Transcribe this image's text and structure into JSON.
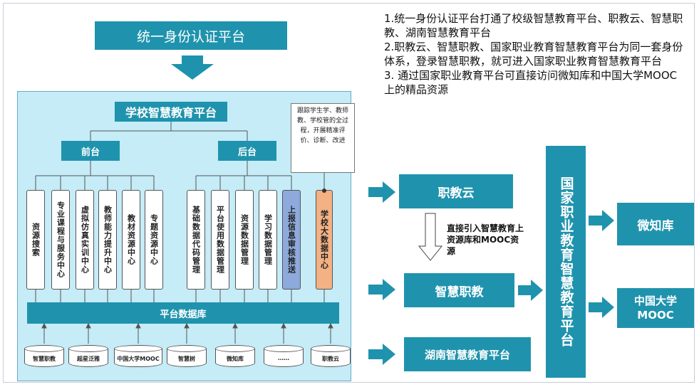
{
  "unified_auth": "统一身份认证平台",
  "notes": [
    "1.统一身份认证平台打通了校级智慧教育平台、职教云、智慧职教、湖南智慧教育平台",
    "2.职教云、智慧职教、国家职业教育智慧教育平台为同一套身份体系，登录智慧职教，就可进入国家职业教育智慧教育平台",
    "3. 通过国家职业教育平台可直接访问微知库和中国大学MOOC上的精品资源"
  ],
  "school_platform": {
    "title": "学校智慧教育平台",
    "front": "前台",
    "back": "后台",
    "tracking_note": "跟踪学生学、教师教、学校管的全过程，开展精准评价、诊断、改进",
    "modules": [
      "资源搜索",
      "专业课程与服务中心",
      "虚拟仿真实训中心",
      "教师能力提升中心",
      "教材资源中心",
      "专题资源中心",
      "基础数据代码管理",
      "平台使用数据管理",
      "资源数据管理",
      "学习数据管理",
      "上报信息审核推送",
      "学校大数据中心"
    ],
    "database": "平台数据库",
    "sources": [
      "智慧职教",
      "超星泛雅",
      "中国大学MOOC",
      "智慧树",
      "微知库",
      "……",
      "职教云"
    ]
  },
  "right": {
    "zhijiaoyun": "职教云",
    "import_note": "直接引入智慧教育上资源库和MOOC资源",
    "zhihuizhijiao": "智慧职教",
    "hunan": "湖南智慧教育平台",
    "national": "国家职业教育智慧教育平台",
    "weizhiku": "微知库",
    "mooc": "中国大学MOOC"
  },
  "colors": {
    "teal": "#1f93ad",
    "light_blue": "#c5ecf7",
    "upload_blue": "#8ea9db",
    "bigdata_orange": "#f4b183"
  }
}
